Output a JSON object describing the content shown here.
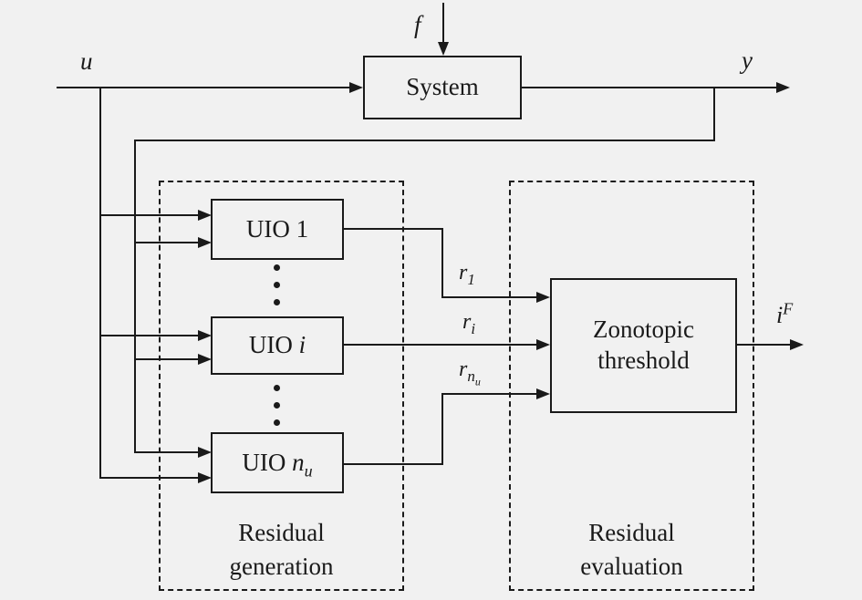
{
  "canvas": {
    "bg_color": "#f1f1f1",
    "line_color": "#1a1a1a"
  },
  "signals": {
    "input": "u",
    "fault": "f",
    "output": "y",
    "residual_1": {
      "base": "r",
      "sub": "1"
    },
    "residual_i": {
      "base": "r",
      "sub": "i"
    },
    "residual_nu": {
      "base": "r",
      "sub_main": "n",
      "sub_sub": "u"
    },
    "fault_index": {
      "base": "i",
      "sup": "F"
    }
  },
  "blocks": {
    "system": {
      "label": "System"
    },
    "uio_1": {
      "prefix": "UIO",
      "suffix": "1"
    },
    "uio_i": {
      "prefix": "UIO",
      "suffix": "i"
    },
    "uio_nu": {
      "prefix": "UIO",
      "var": "n",
      "sub": "u"
    },
    "zonotopic_threshold": {
      "line1": "Zonotopic",
      "line2": "threshold"
    }
  },
  "regions": {
    "residual_generation": {
      "line1": "Residual",
      "line2": "generation"
    },
    "residual_evaluation": {
      "line1": "Residual",
      "line2": "evaluation"
    }
  },
  "icons": {
    "arrowhead_right": "filled-triangle-right",
    "arrowhead_down": "filled-triangle-down",
    "vertical_ellipsis": "three-dots-vertical"
  }
}
